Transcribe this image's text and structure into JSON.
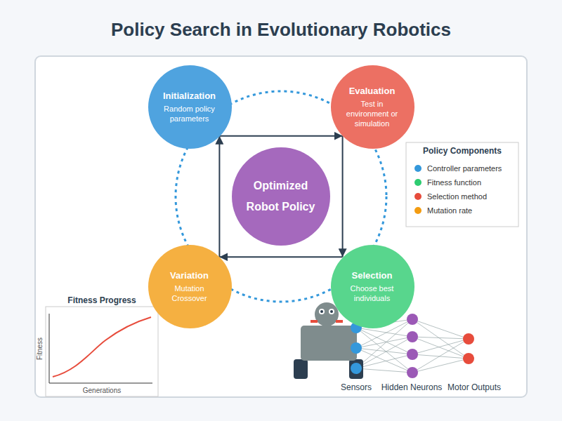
{
  "diagram": {
    "title": "Policy Search in Evolutionary Robotics",
    "nodes": [
      {
        "text": [
          "Initialization",
          "Random policy parameters"
        ]
      },
      {
        "text": [
          "Evaluation",
          "Test in environment or simulation"
        ]
      },
      {
        "text": [
          "Optimized Robot Policy"
        ]
      },
      {
        "text": [
          "Variation",
          "Mutation Crossover"
        ]
      },
      {
        "text": [
          "Selection",
          "Choose best individuals"
        ]
      }
    ],
    "edges": [
      {
        "from": 0,
        "to": 1,
        "arrow": "to"
      },
      {
        "from": 1,
        "to": 4,
        "arrow": "to"
      },
      {
        "from": 4,
        "to": 3,
        "arrow": "to"
      },
      {
        "from": 3,
        "to": 0,
        "arrow": "to"
      }
    ],
    "labels": [
      "Policy Components",
      "Fitness Progress",
      "Fitness",
      "Generations",
      "Sensors",
      "Hidden Neurons",
      "Motor Outputs"
    ],
    "legend": [
      {
        "text": "Controller parameters",
        "color": "#3498db"
      },
      {
        "text": "Fitness function",
        "color": "#2ecc71"
      },
      {
        "text": "Selection method",
        "color": "#e74c3c"
      },
      {
        "text": "Mutation rate",
        "color": "#f39c12"
      }
    ]
  }
}
